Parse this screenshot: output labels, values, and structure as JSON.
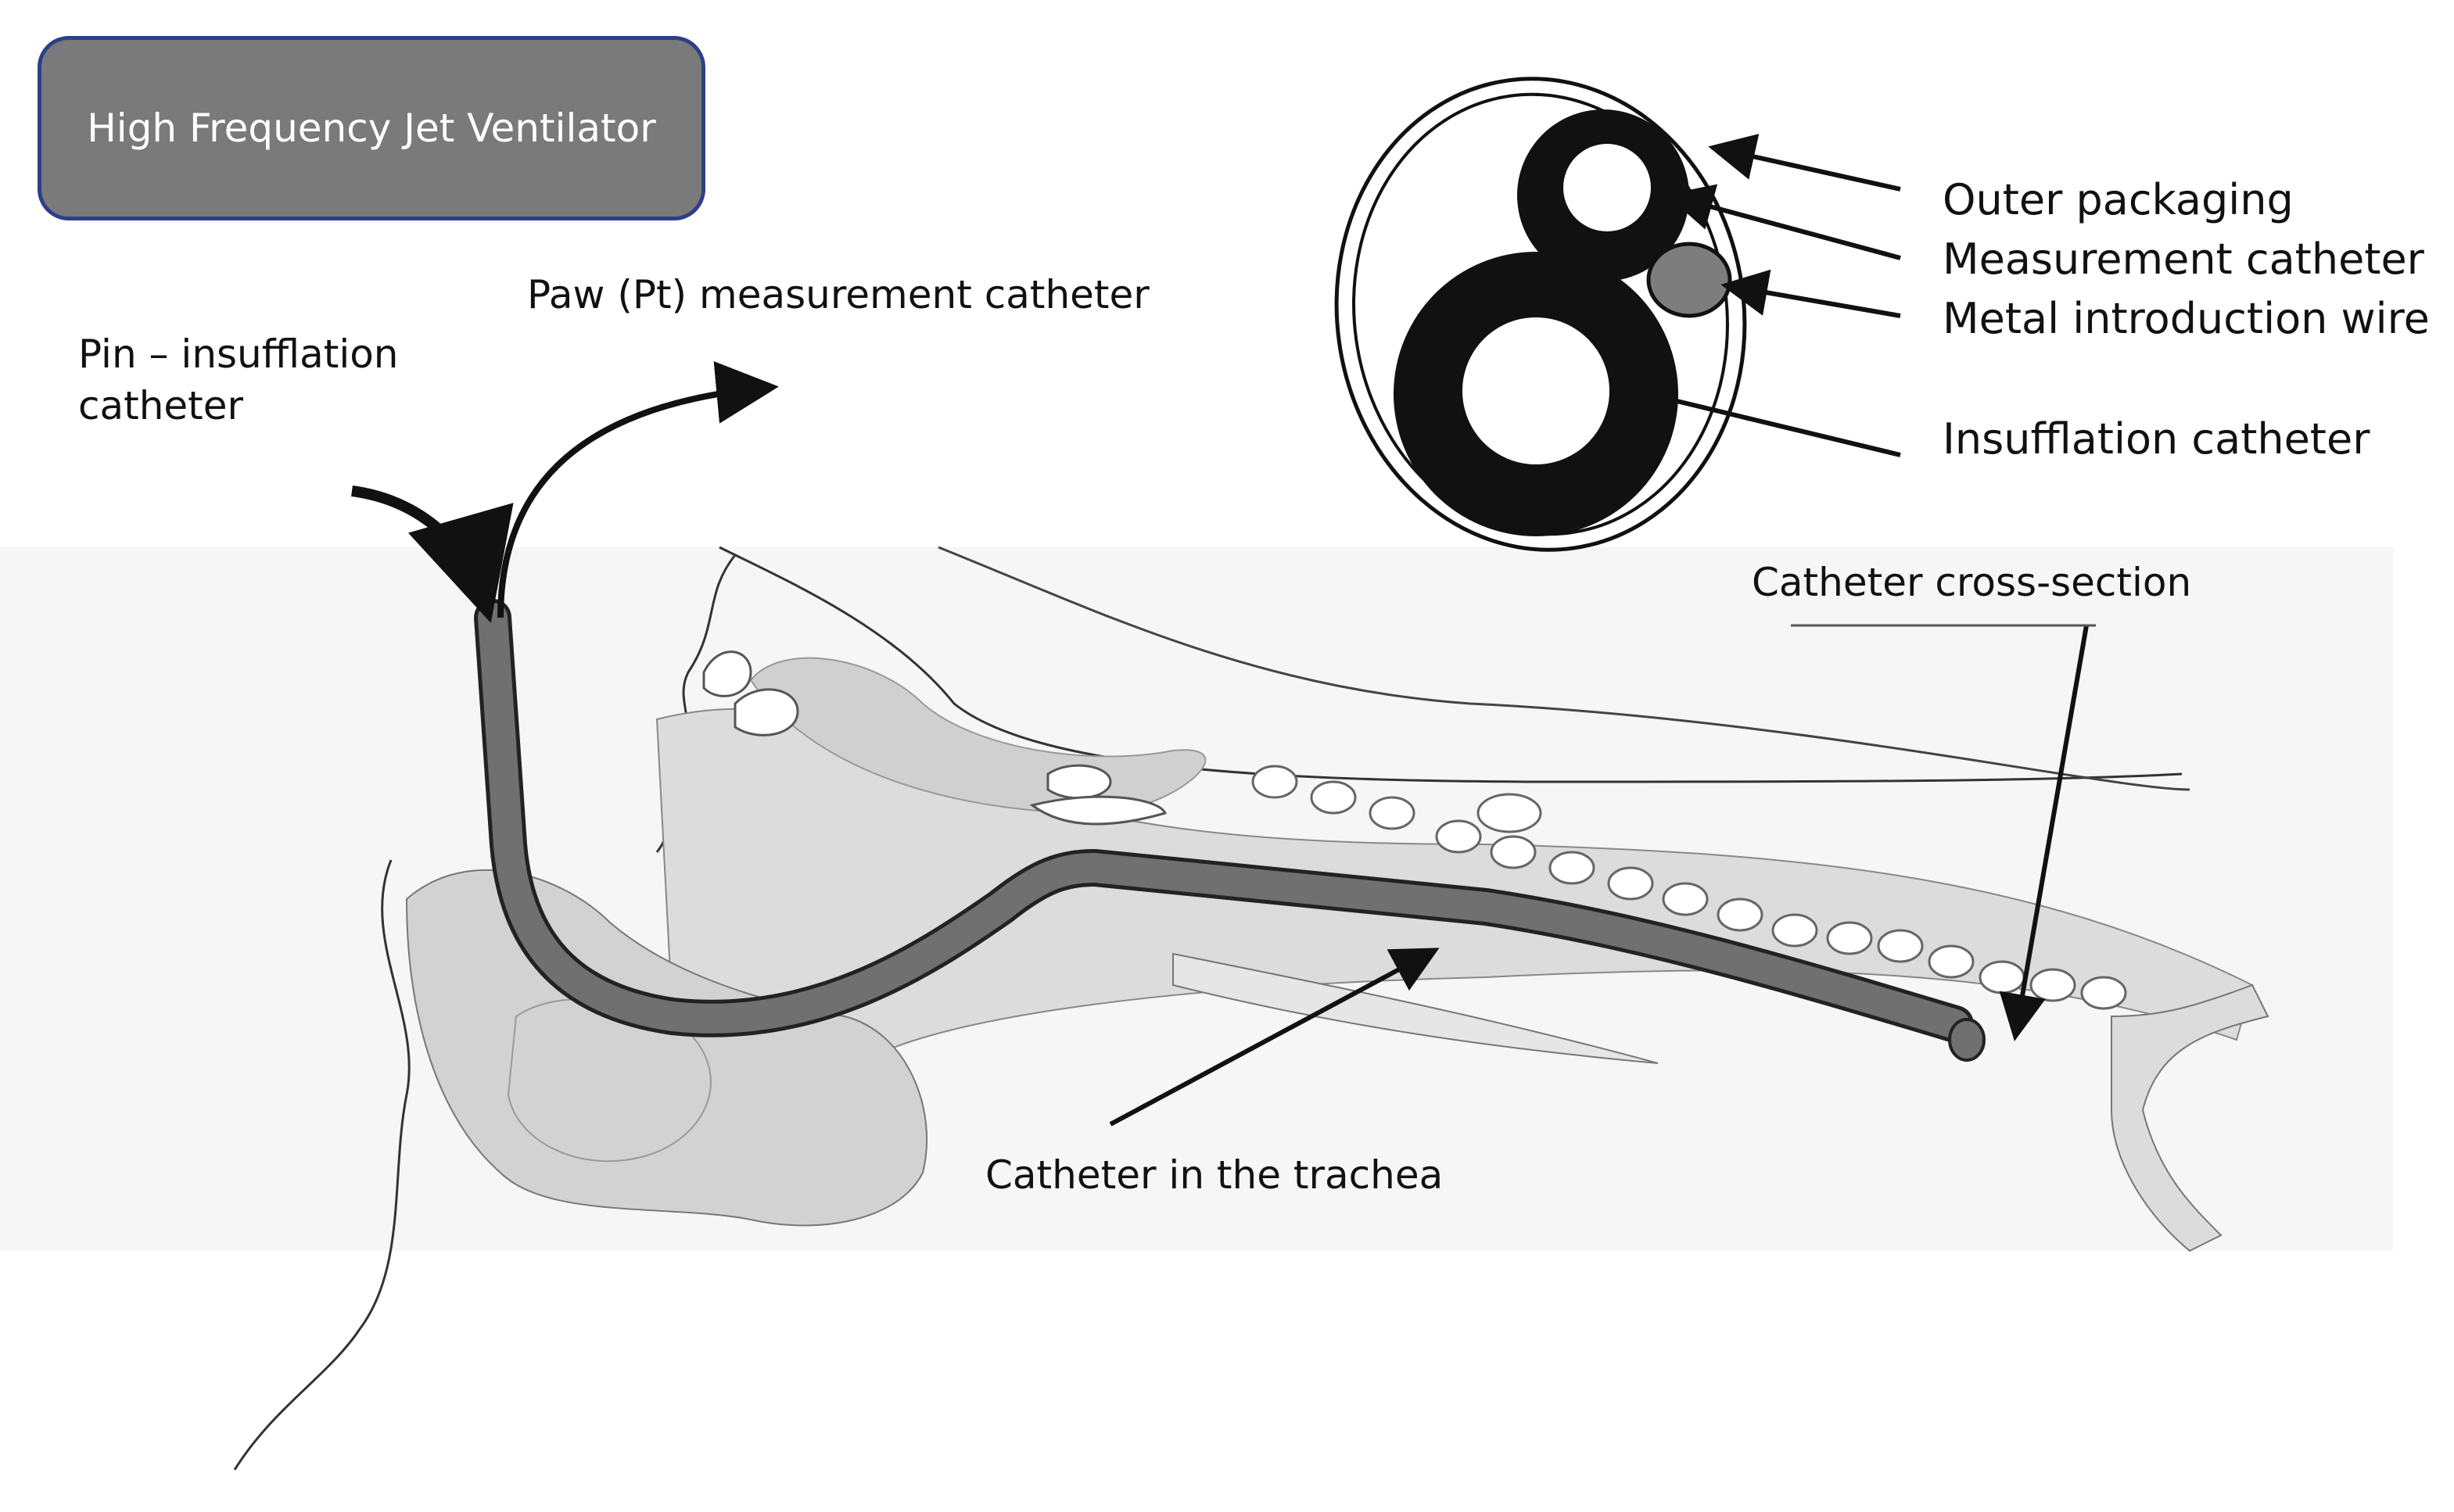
{
  "title_box": {
    "label": "High Frequency Jet Ventilator"
  },
  "labels": {
    "paw_catheter": "Paw (Pt) measurement catheter",
    "pin_line1": "Pin – insufflation",
    "pin_line2": "catheter",
    "catheter_trachea": "Catheter in the trachea",
    "cross_section": "Catheter cross-section"
  },
  "cross_section_legend": [
    "Outer packaging",
    "Measurement catheter",
    "Metal introduction wire",
    "Insufflation catheter"
  ],
  "colors": {
    "box_fill": "#7a7a7a",
    "box_border": "#2d3f86",
    "catheter_fill": "#707070",
    "tissue_fill": "#d8d8d8"
  }
}
